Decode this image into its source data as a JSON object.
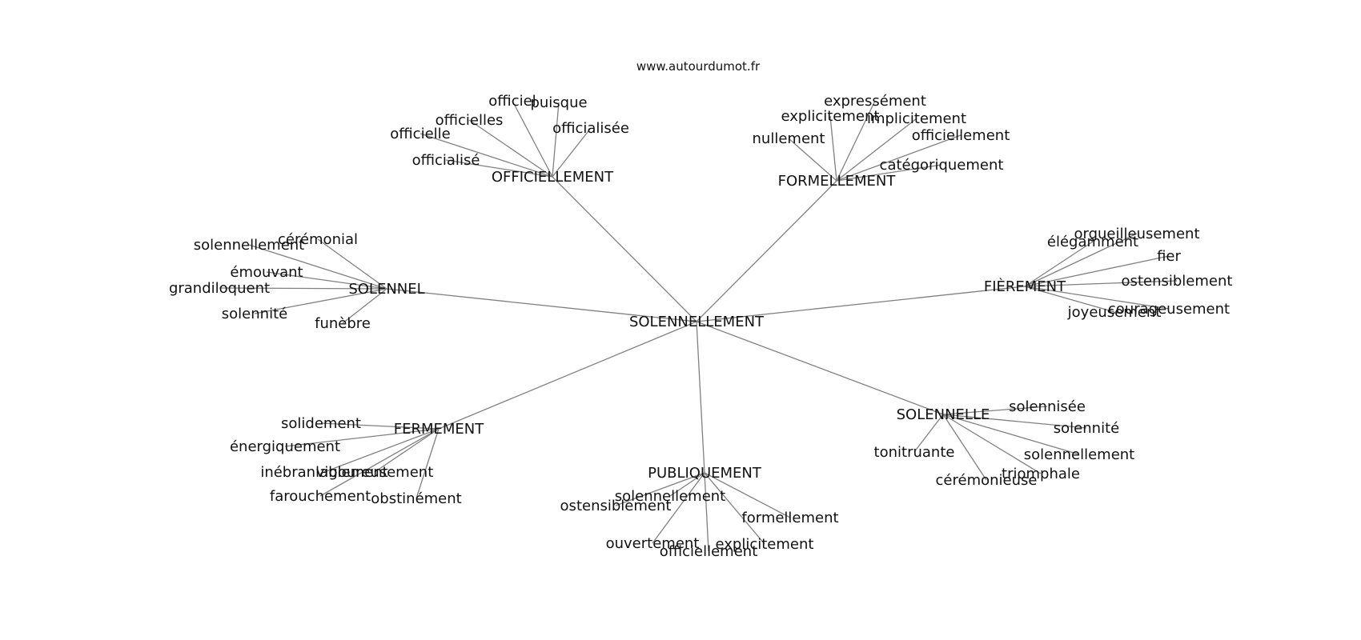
{
  "source": "www.autourdumot.fr",
  "center": "SOLENNELLEMENT",
  "clusters": [
    {
      "hub": "OFFICIELLEMENT",
      "leaves": [
        "officiel",
        "puisque",
        "officielles",
        "officialisée",
        "officielle",
        "officialisé"
      ]
    },
    {
      "hub": "FORMELLEMENT",
      "leaves": [
        "expressément",
        "explicitement",
        "implicitement",
        "nullement",
        "officiellement",
        "catégoriquement"
      ]
    },
    {
      "hub": "SOLENNEL",
      "leaves": [
        "cérémonial",
        "solennellement",
        "émouvant",
        "grandiloquent",
        "solennité",
        "funèbre"
      ]
    },
    {
      "hub": "FIÈREMENT",
      "leaves": [
        "orgueilleusement",
        "élégamment",
        "fier",
        "ostensiblement",
        "courageusement",
        "joyeusement"
      ]
    },
    {
      "hub": "FERMEMENT",
      "leaves": [
        "solidement",
        "énergiquement",
        "inébranlablement",
        "vigoureusement",
        "farouchement",
        "obstinément"
      ]
    },
    {
      "hub": "PUBLIQUEMENT",
      "leaves": [
        "solennellement",
        "ostensiblement",
        "formellement",
        "ouvertement",
        "explicitement",
        "officiellement"
      ]
    },
    {
      "hub": "SOLENNELLE",
      "leaves": [
        "solennisée",
        "solennité",
        "tonitruante",
        "solennellement",
        "cérémonieuse",
        "triomphale"
      ]
    }
  ]
}
